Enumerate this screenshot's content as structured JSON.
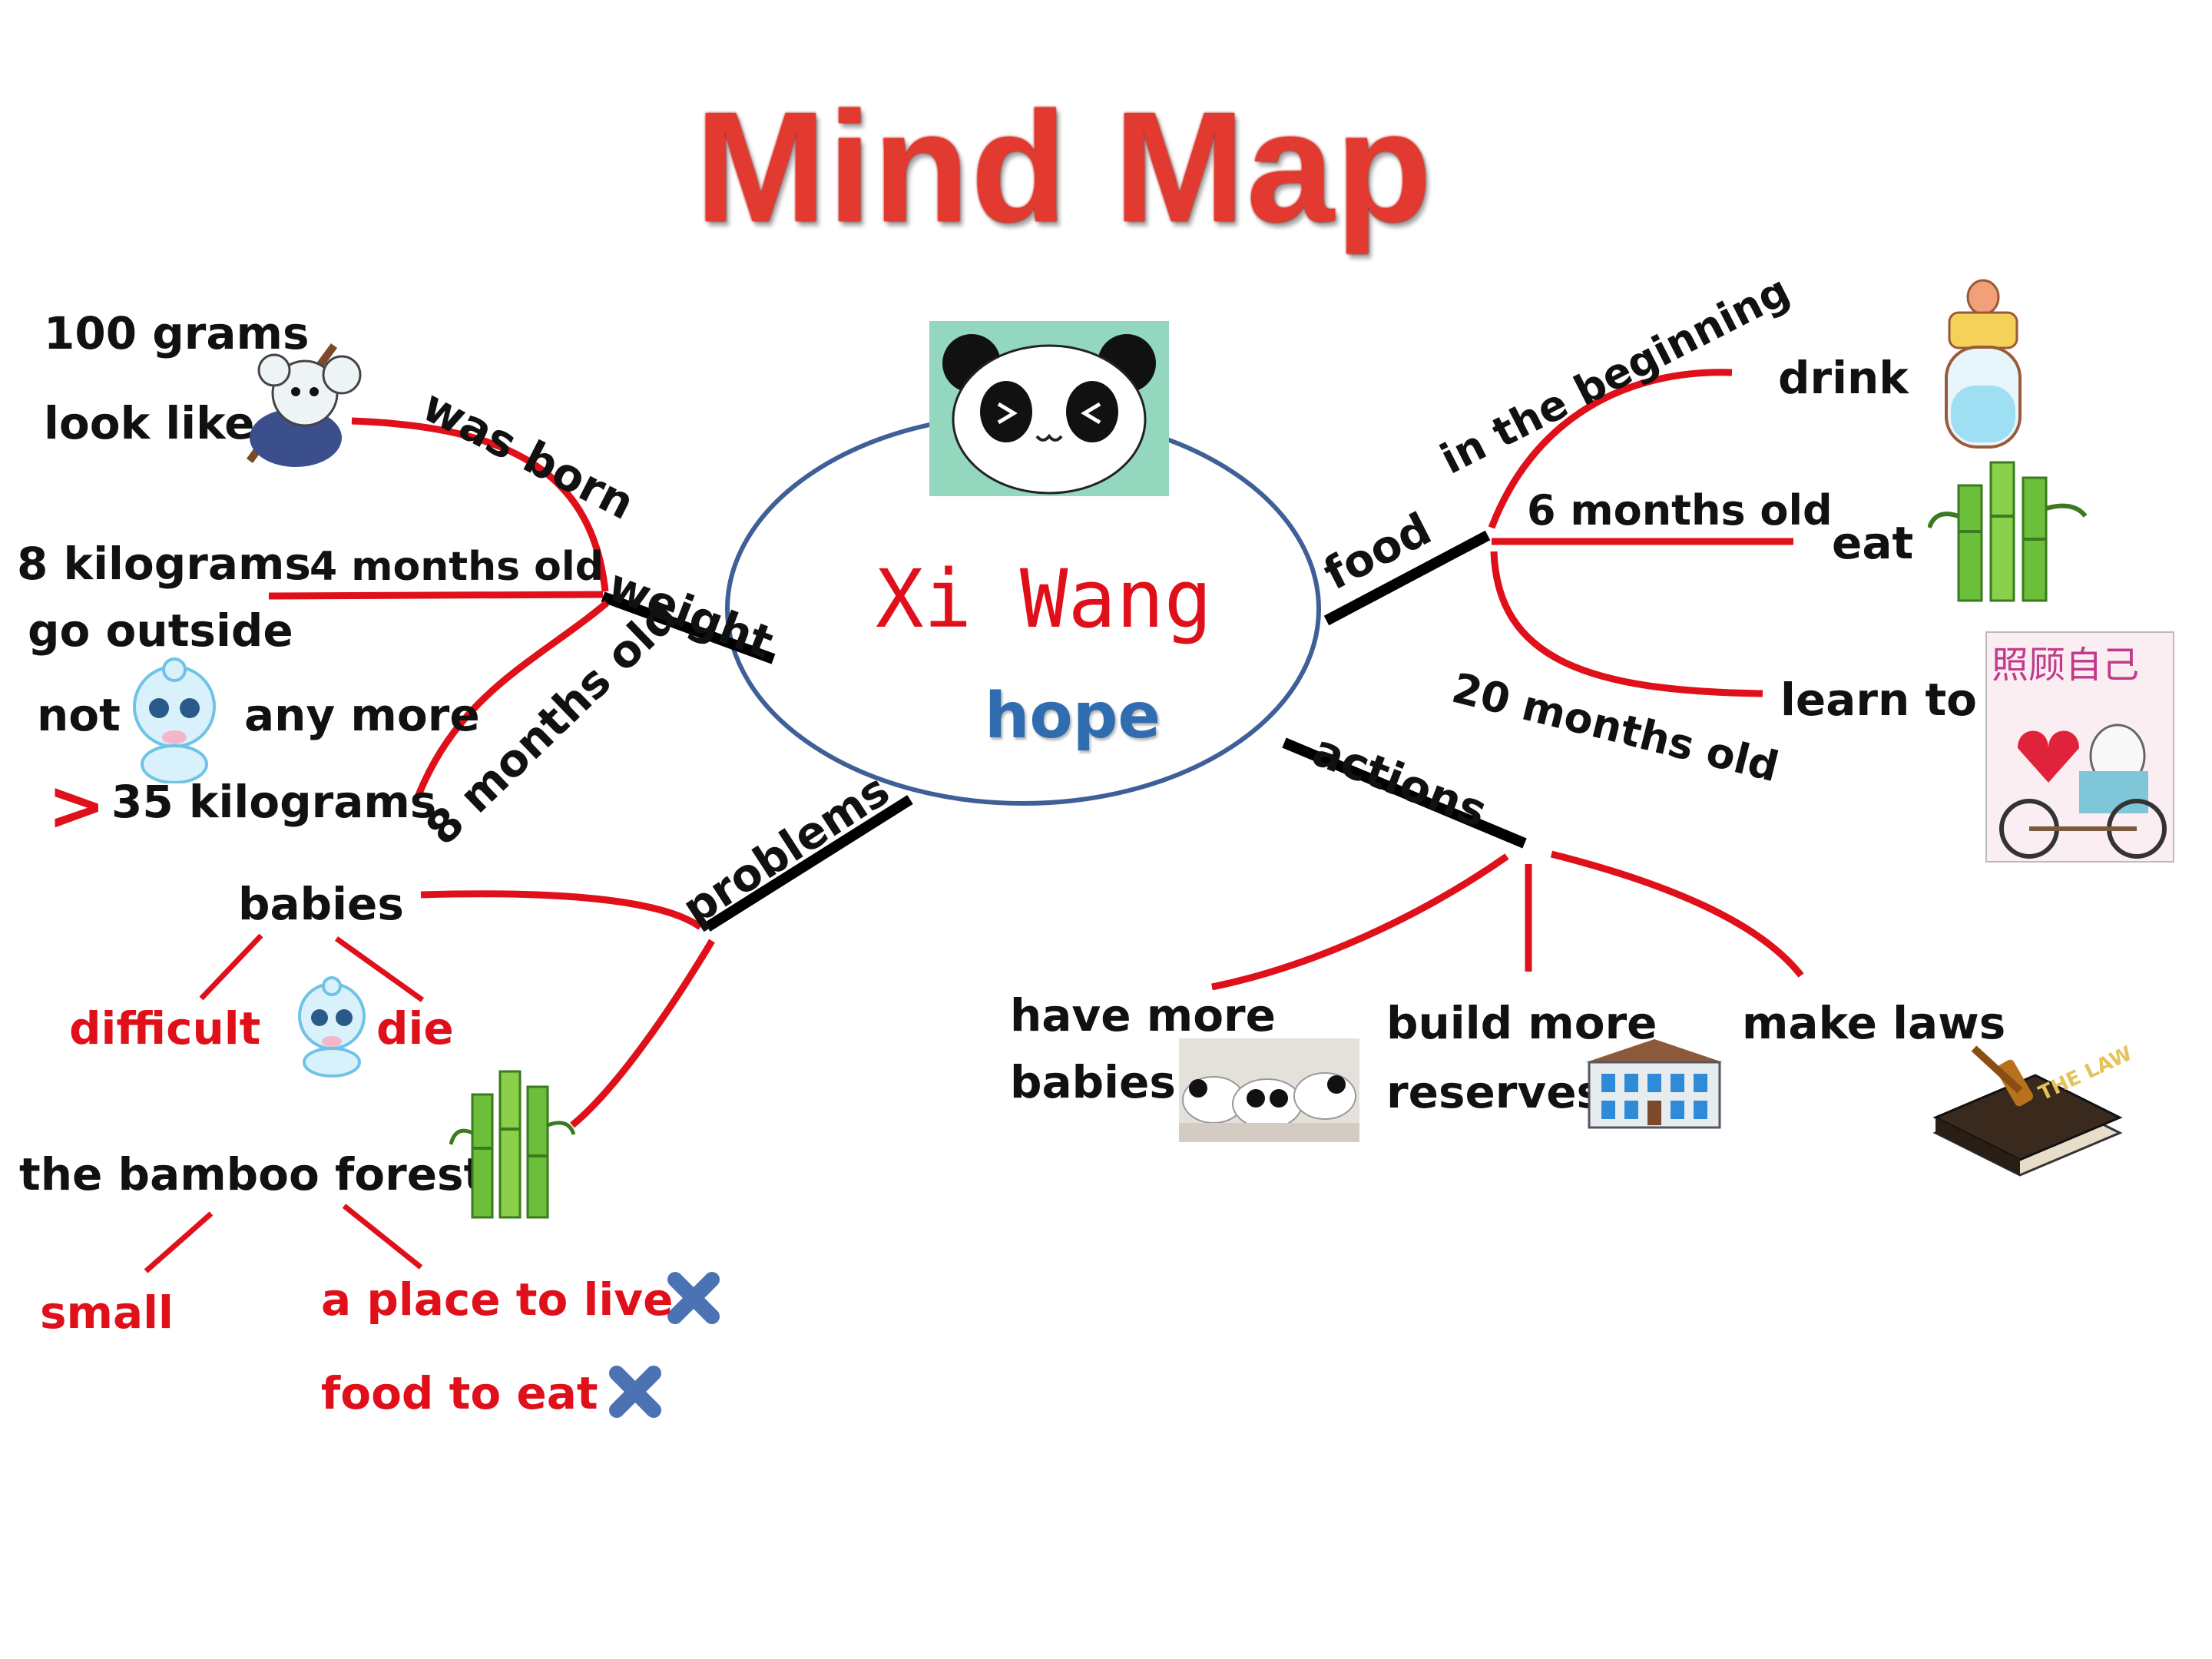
{
  "title": "Mind Map",
  "center": {
    "name": "Xi Wang",
    "subtitle": "hope"
  },
  "colors": {
    "title": "#e23a30",
    "branch_line": "#e0101a",
    "stem_line": "#000000",
    "oval": "#3e5f97",
    "center_name": "#e0101a",
    "hope": "#2f6cb0",
    "red_text": "#e0101a",
    "cross": "#4b73b4"
  },
  "branches": {
    "weight": {
      "label": "weight",
      "was_born": "was born",
      "four_months": "4 months old",
      "eight_months": "8 months old",
      "grams": "100 grams",
      "look_like": "look like",
      "kilograms": "8 kilograms",
      "go_outside": "go outside",
      "not": "not",
      "any_more": "any more",
      "greater": ">",
      "kg35": "35 kilograms"
    },
    "food": {
      "label": "food",
      "beginning": "in the beginning",
      "six_months": "6 months old",
      "twenty_months": "20 months old",
      "drink": "drink",
      "eat": "eat",
      "learn": "learn to",
      "learn_sign": "照顾自己"
    },
    "problems": {
      "label": "problems",
      "babies": "babies",
      "difficult": "difficult",
      "die": "die",
      "forest": "the bamboo forest",
      "small": "small",
      "place": "a place to live",
      "food": "food  to eat"
    },
    "actions": {
      "label": "actions",
      "more_babies_1": "have more",
      "more_babies_2": "babies",
      "reserves_1": "build more",
      "reserves_2": "reserves",
      "laws": "make laws",
      "law_book": "THE LAW"
    }
  },
  "icons": [
    "mouse-icon",
    "baby-icon",
    "panda-face-icon",
    "bottle-icon",
    "bamboo-icon",
    "bike-sign-icon",
    "panda-babies-icon",
    "building-icon",
    "law-book-icon",
    "cross-icon"
  ]
}
